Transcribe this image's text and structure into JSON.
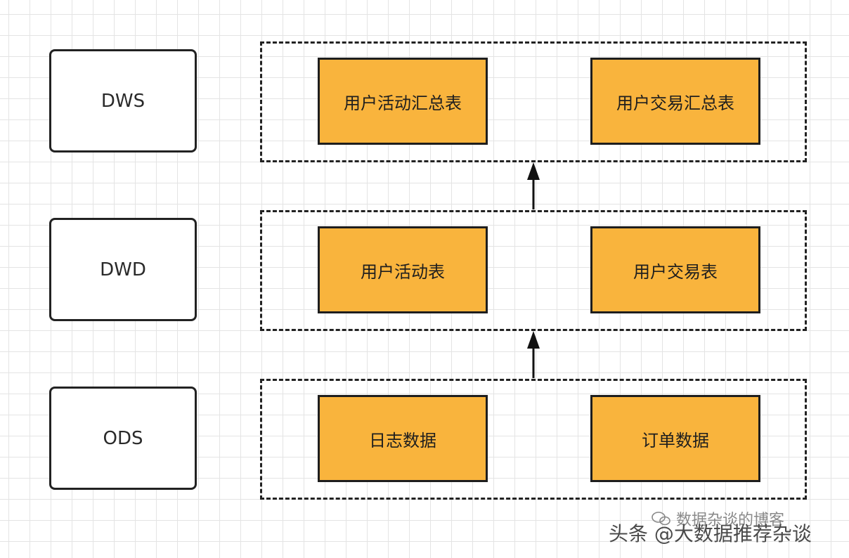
{
  "layers": {
    "dws": "DWS",
    "dwd": "DWD",
    "ods": "ODS"
  },
  "tables": {
    "dws": [
      "用户活动汇总表",
      "用户交易汇总表"
    ],
    "dwd": [
      "用户活动表",
      "用户交易表"
    ],
    "ods": [
      "日志数据",
      "订单数据"
    ]
  },
  "watermark": {
    "primary": "头条 @大数据推荐杂谈",
    "secondary": "数据杂谈的博客"
  },
  "colors": {
    "table_fill": "#f9b43d",
    "border": "#222222",
    "grid": "#e4e4e4"
  }
}
